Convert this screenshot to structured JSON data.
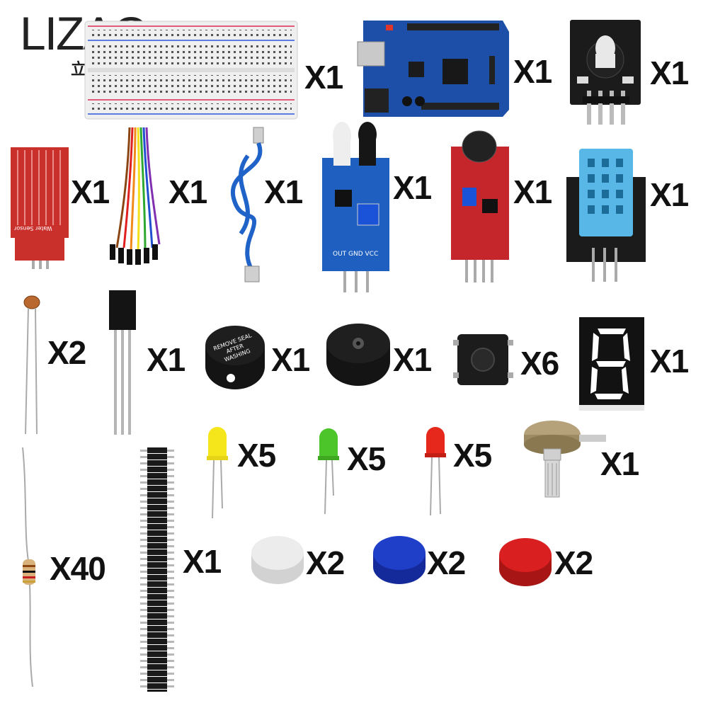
{
  "brand": {
    "logo": "LIZAO",
    "logo_sub": "立造"
  },
  "items": [
    {
      "name": "breadboard",
      "qty": "X1"
    },
    {
      "name": "uno-board",
      "qty": "X1"
    },
    {
      "name": "rgb-led-module",
      "qty": "X1"
    },
    {
      "name": "water-sensor",
      "qty": "X1",
      "label": "Water Sensor"
    },
    {
      "name": "jumper-wires",
      "qty": "X1"
    },
    {
      "name": "usb-cable",
      "qty": "X1"
    },
    {
      "name": "ir-sensor-module",
      "qty": "X1",
      "pin_label": "OUT GND VCC"
    },
    {
      "name": "sound-sensor-module",
      "qty": "X1"
    },
    {
      "name": "dht11-module",
      "qty": "X1"
    },
    {
      "name": "photoresistor",
      "qty": "X2"
    },
    {
      "name": "transistor",
      "qty": "X1"
    },
    {
      "name": "active-buzzer",
      "qty": "X1",
      "label": "REMOVE SEAL AFTER WASHING"
    },
    {
      "name": "passive-buzzer",
      "qty": "X1"
    },
    {
      "name": "tactile-button",
      "qty": "X6"
    },
    {
      "name": "seven-segment-display",
      "qty": "X1"
    },
    {
      "name": "yellow-led",
      "qty": "X5"
    },
    {
      "name": "green-led",
      "qty": "X5"
    },
    {
      "name": "red-led",
      "qty": "X5"
    },
    {
      "name": "potentiometer",
      "qty": "X1"
    },
    {
      "name": "resistor",
      "qty": "X40"
    },
    {
      "name": "pin-header",
      "qty": "X1"
    },
    {
      "name": "white-button-cap",
      "qty": "X2"
    },
    {
      "name": "blue-button-cap",
      "qty": "X2"
    },
    {
      "name": "red-button-cap",
      "qty": "X2"
    }
  ],
  "colors": {
    "board_blue": "#1e4fa8",
    "module_red": "#c4262b",
    "module_black": "#1b1b1b",
    "dht_blue": "#58b7e6",
    "led_yellow": "#f5e61c",
    "led_green": "#4cc52a",
    "led_red": "#e6271b",
    "cap_white": "#ececec",
    "cap_blue": "#1f3fc9",
    "cap_red": "#d91f1f"
  }
}
